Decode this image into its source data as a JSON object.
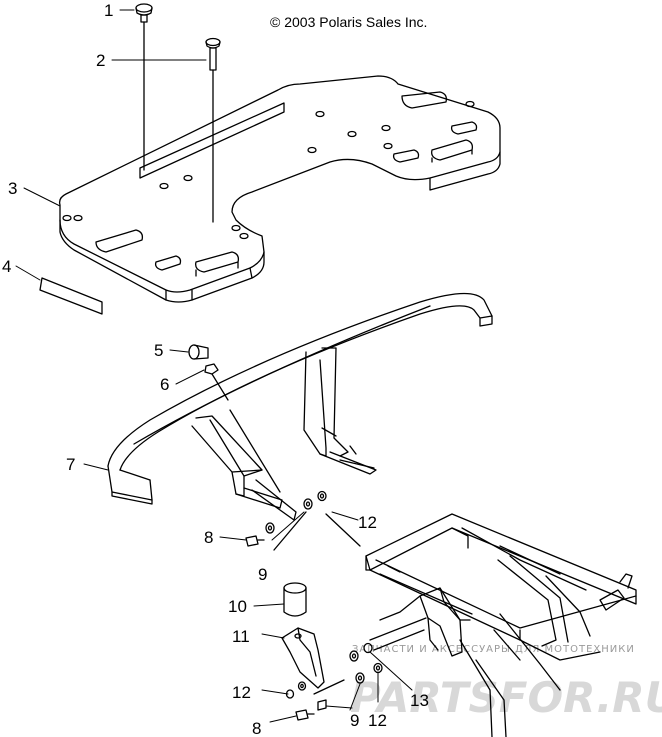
{
  "copyright": "© 2003 Polaris Sales Inc.",
  "callouts": [
    {
      "id": "c1",
      "label": "1"
    },
    {
      "id": "c2",
      "label": "2"
    },
    {
      "id": "c3",
      "label": "3"
    },
    {
      "id": "c4",
      "label": "4"
    },
    {
      "id": "c5",
      "label": "5"
    },
    {
      "id": "c6",
      "label": "6"
    },
    {
      "id": "c7",
      "label": "7"
    },
    {
      "id": "c8a",
      "label": "8"
    },
    {
      "id": "c9a",
      "label": "9"
    },
    {
      "id": "c10",
      "label": "10"
    },
    {
      "id": "c11",
      "label": "11"
    },
    {
      "id": "c12a",
      "label": "12"
    },
    {
      "id": "c12b",
      "label": "12"
    },
    {
      "id": "c8b",
      "label": "8"
    },
    {
      "id": "c9b",
      "label": "9"
    },
    {
      "id": "c12c",
      "label": "12"
    },
    {
      "id": "c13",
      "label": "13"
    }
  ],
  "watermark": {
    "logo_text": "PARTSFOR.RU",
    "tagline": "ЗАПЧАСТИ И АКСЕССУАРЫ ДЛЯ МОТОТЕХНИКИ"
  }
}
